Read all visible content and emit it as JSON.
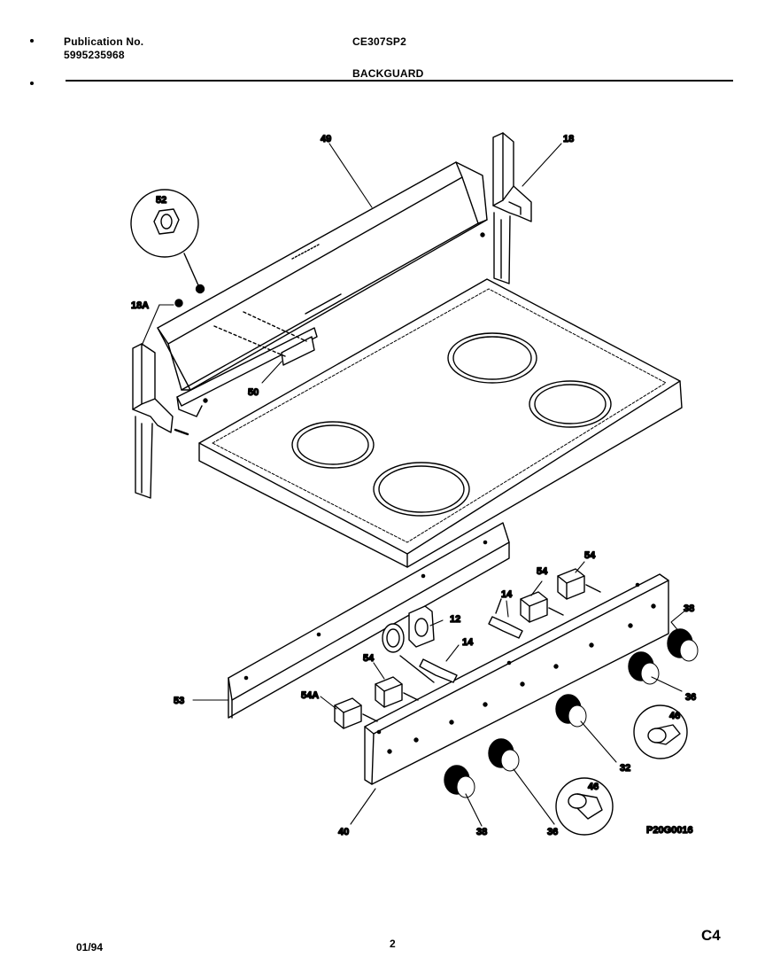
{
  "header": {
    "publication_label": "Publication No.",
    "publication_number": "5995235968",
    "model": "CE307SP2",
    "section": "BACKGUARD"
  },
  "callouts": {
    "p49": "49",
    "p18": "18",
    "p52": "52",
    "p18a": "18A",
    "p50": "50",
    "p54_top": "54",
    "p54_mid": "54",
    "p54_low": "54",
    "p14_top": "14",
    "p14_low": "14",
    "p12": "12",
    "p38_right": "38",
    "p36_right": "36",
    "p46_right": "46",
    "p32": "32",
    "p46_low": "46",
    "p36_low": "36",
    "p38_low": "38",
    "p40": "40",
    "p53": "53",
    "p54a": "54A"
  },
  "figure_code": "P20G0016",
  "footer": {
    "date": "01/94",
    "page": "2",
    "code": "C4"
  }
}
